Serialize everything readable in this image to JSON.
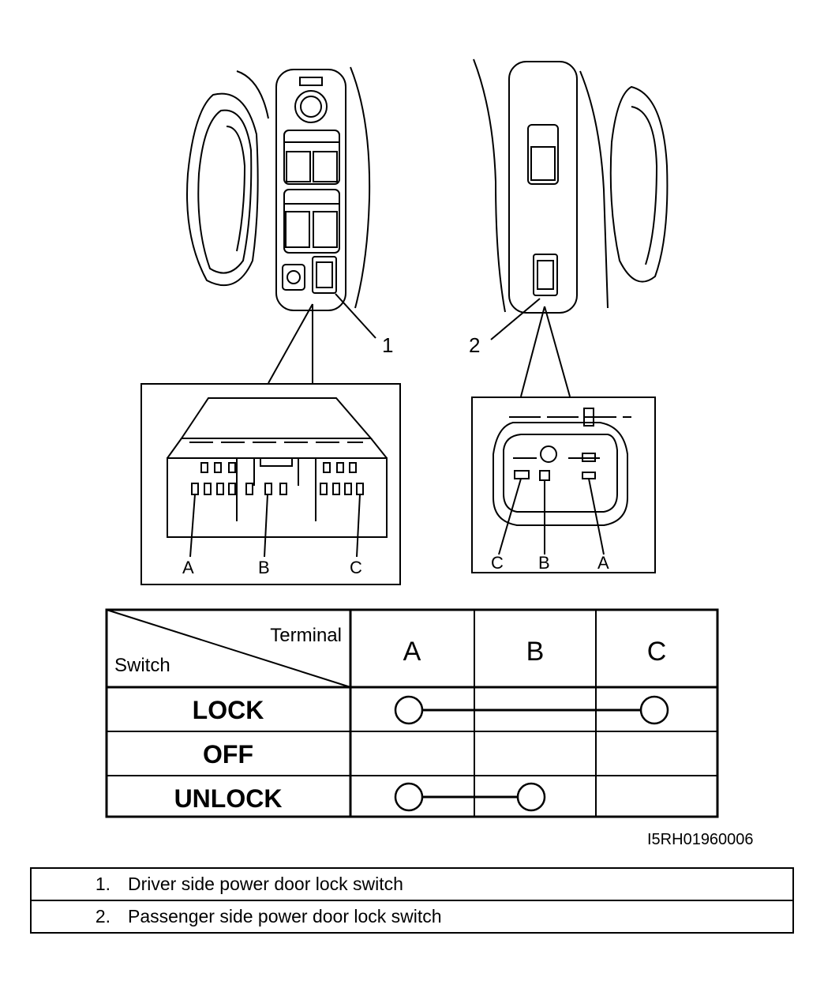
{
  "callouts": {
    "driver": "1",
    "passenger": "2"
  },
  "driver_connector_terminals": [
    "A",
    "B",
    "C"
  ],
  "passenger_connector_terminals": [
    "C",
    "B",
    "A"
  ],
  "continuity_table": {
    "corner_top": "Terminal",
    "corner_bottom": "Switch",
    "terminals": [
      "A",
      "B",
      "C"
    ],
    "rows": [
      {
        "position": "LOCK",
        "connected": [
          "A",
          "C"
        ]
      },
      {
        "position": "OFF",
        "connected": []
      },
      {
        "position": "UNLOCK",
        "connected": [
          "A",
          "B"
        ]
      }
    ]
  },
  "figure_code": "I5RH01960006",
  "legend": [
    {
      "num": "1.",
      "text": "Driver side power door lock switch"
    },
    {
      "num": "2.",
      "text": "Passenger side power door lock switch"
    }
  ]
}
